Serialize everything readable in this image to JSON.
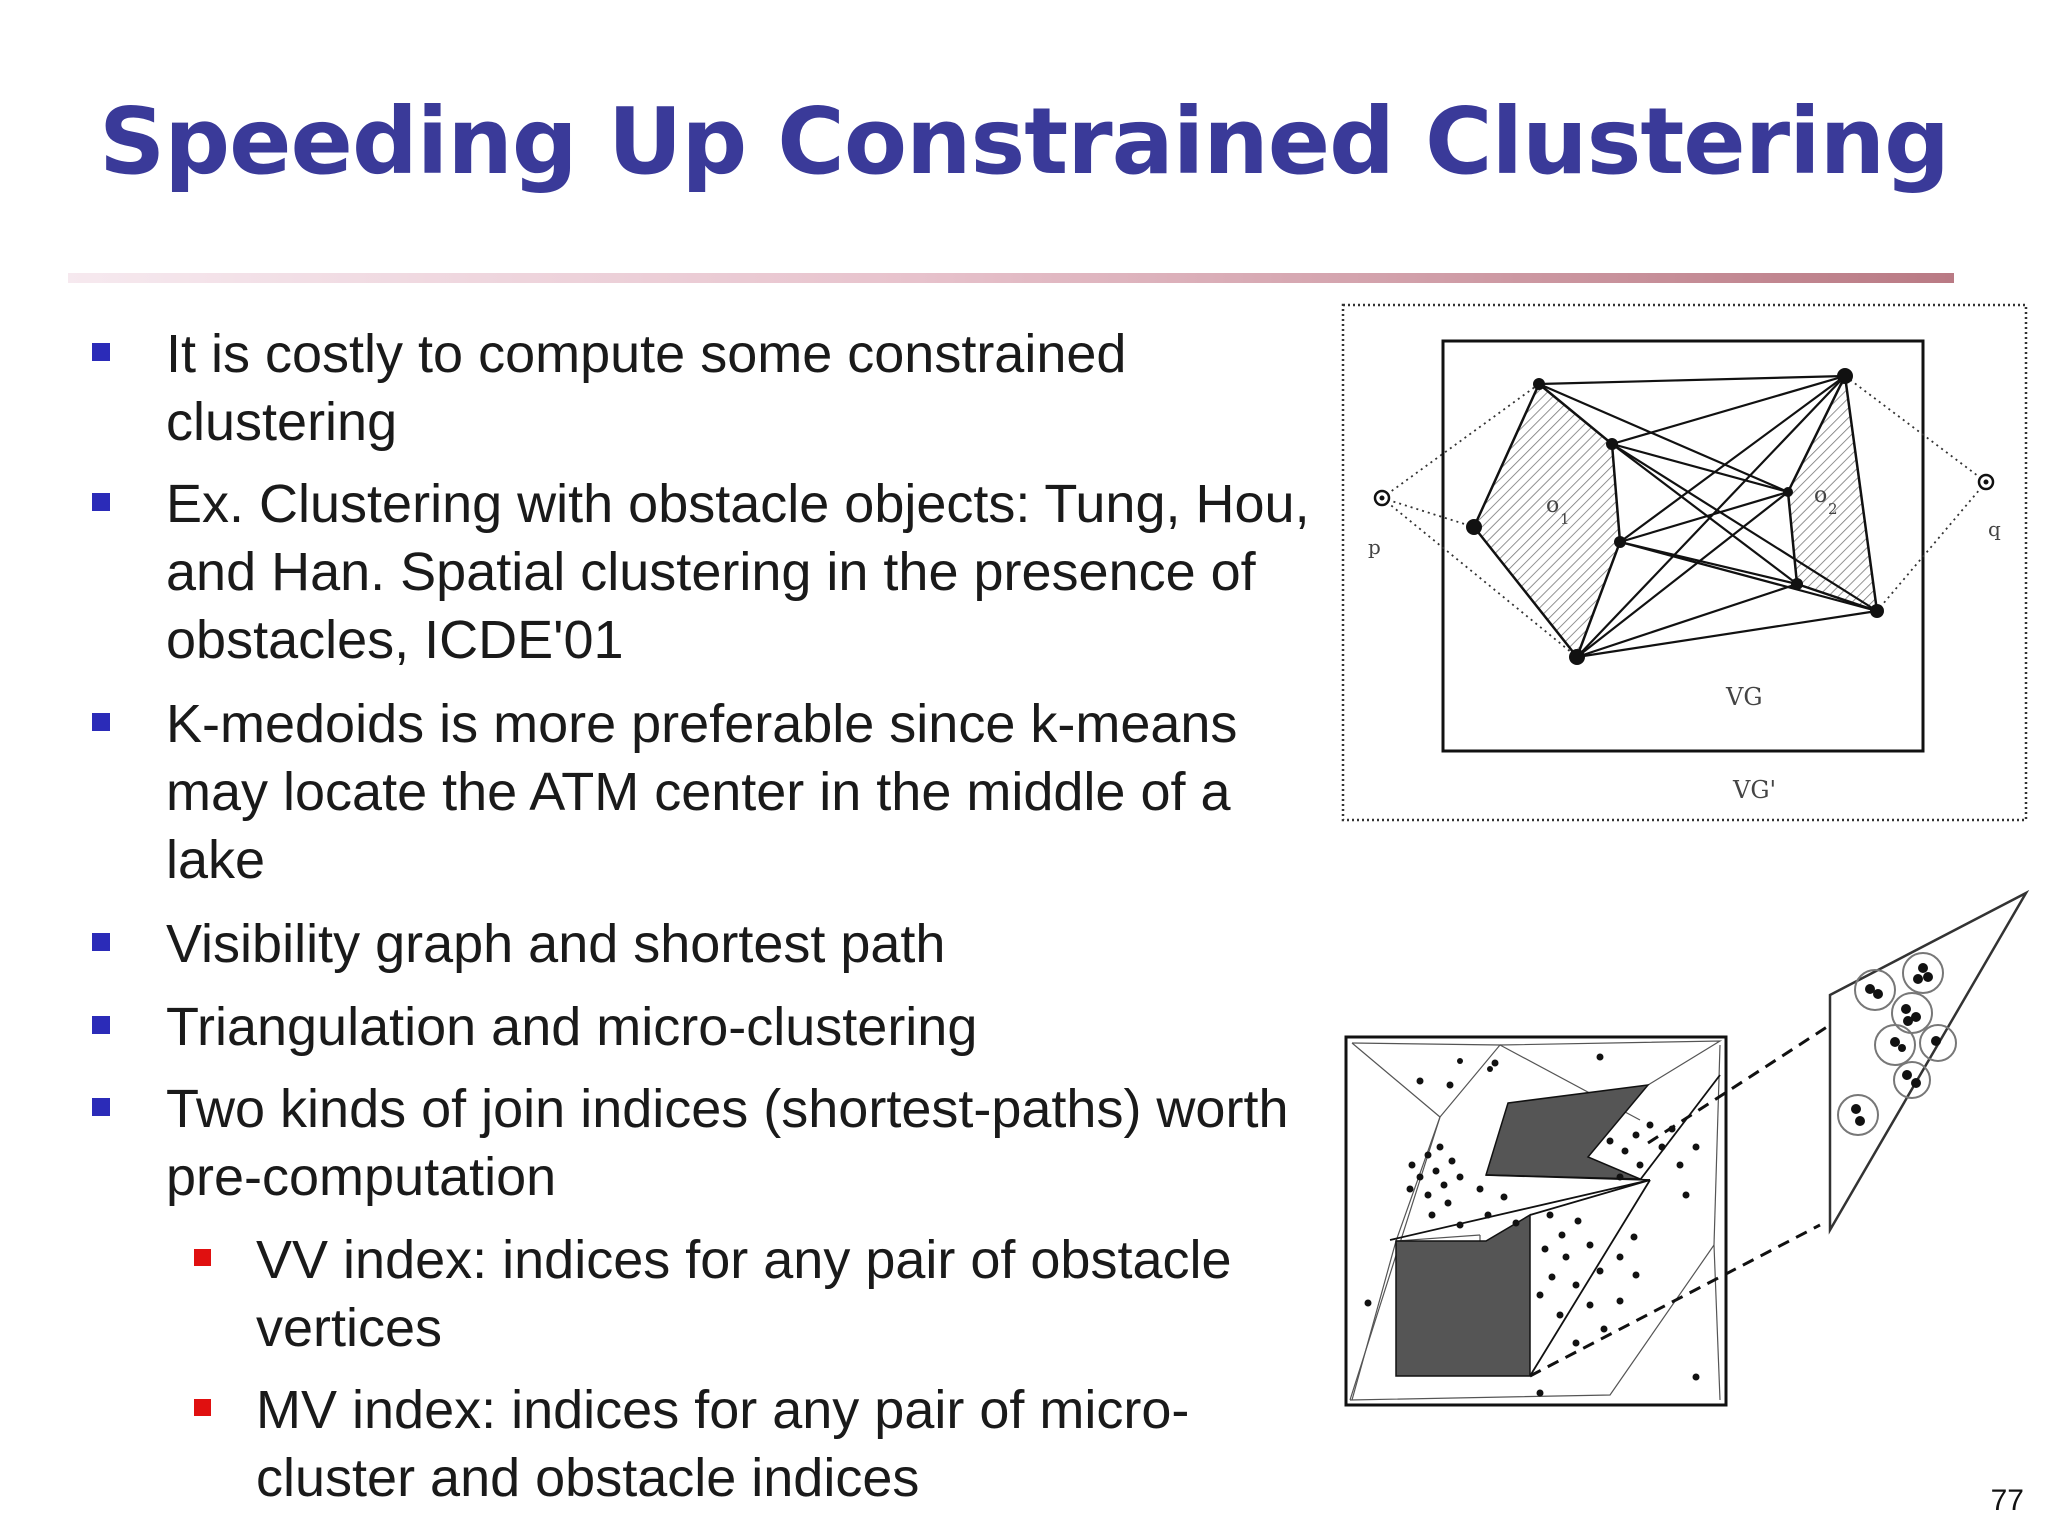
{
  "slide": {
    "title": "Speeding Up Constrained Clustering",
    "page_number": "77"
  },
  "bullets": [
    {
      "text": "It is costly to compute some constrained clustering"
    },
    {
      "text": "Ex. Clustering with obstacle objects:  Tung, Hou, and Han. Spatial clustering in the presence of obstacles, ICDE'01"
    },
    {
      "text": "K-medoids is more preferable since k-means may locate the ATM center in the middle of a lake"
    },
    {
      "text": "Visibility graph and shortest path"
    },
    {
      "text": "Triangulation and micro-clustering"
    },
    {
      "text": "Two kinds of join indices (shortest-paths) worth pre-computation"
    }
  ],
  "sub_bullets": [
    {
      "text": "VV index: indices for any pair of obstacle vertices"
    },
    {
      "text": "MV index: indices for any pair of micro-cluster and obstacle indices"
    }
  ],
  "figure_visibility_graph": {
    "label_p": "p",
    "label_q": "q",
    "label_o1": "o",
    "label_o1_sub": "1",
    "label_o2": "o",
    "label_o2_sub": "2",
    "label_vg": "VG",
    "label_vg_prime": "VG'"
  },
  "colors": {
    "title": "#3a3a99",
    "bullet_marker": "#2b2bb8",
    "sub_bullet_marker": "#e01010"
  }
}
